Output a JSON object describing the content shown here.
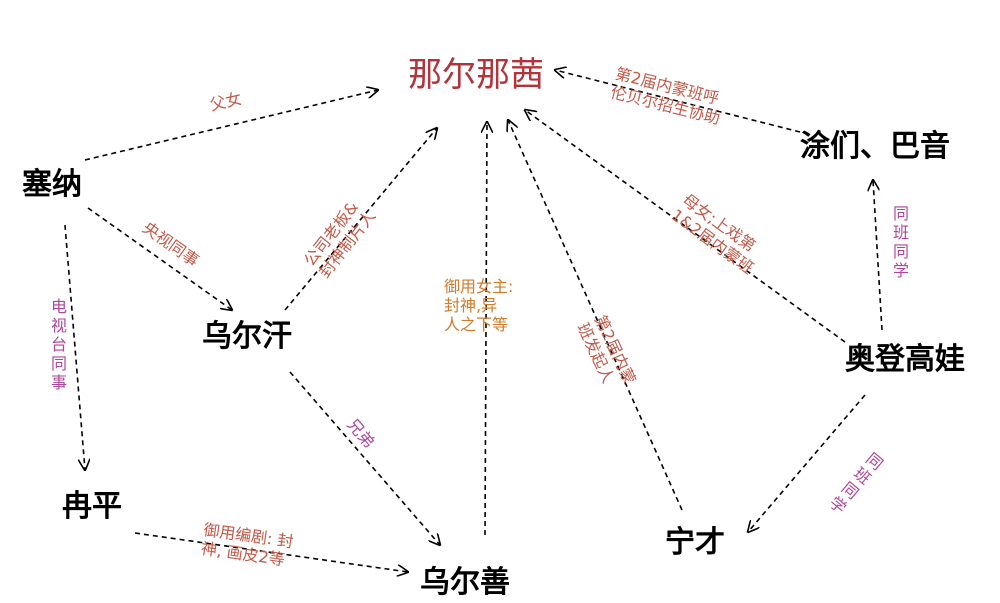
{
  "nodes": {
    "nalnaxi": "那尔那茜",
    "saina": "塞纳",
    "wuerhan": "乌尔汗",
    "ranping": "冉平",
    "wuershan": "乌尔善",
    "ningcai": "宁才",
    "aodenggaowa": "奥登高娃",
    "tumen_bayin": "涂们、巴音"
  },
  "labels": {
    "fu_nu": "父女",
    "yangshi_tongshi": "央视同事",
    "dianshitai_tongshi": "电视台同事",
    "gongsi_laoban": "公司老板&\n封神制片人",
    "xiongdi": "兄弟",
    "yuyong_nvzhu": "御用女主:\n封神,异\n人之下等",
    "yuyong_bianju": "御用编剧: 封\n神, 画皮2等",
    "neimeng_ban_bole": "第2届内蒙\n班发起人",
    "mu_nu": "母女;上戏第\n1&2届内蒙班",
    "zhaosheng_xiezhu": "第2届内蒙班呼\n伦贝尔招生协助",
    "tongban_tongxue_1": "同班同学",
    "tongban_tongxue_2": "同班同学"
  },
  "colors": {
    "center_node": "#b0343a",
    "label_red": "#c25a4a",
    "label_magenta": "#b0459a",
    "label_orange": "#d07a2a",
    "edge": "#000000"
  }
}
